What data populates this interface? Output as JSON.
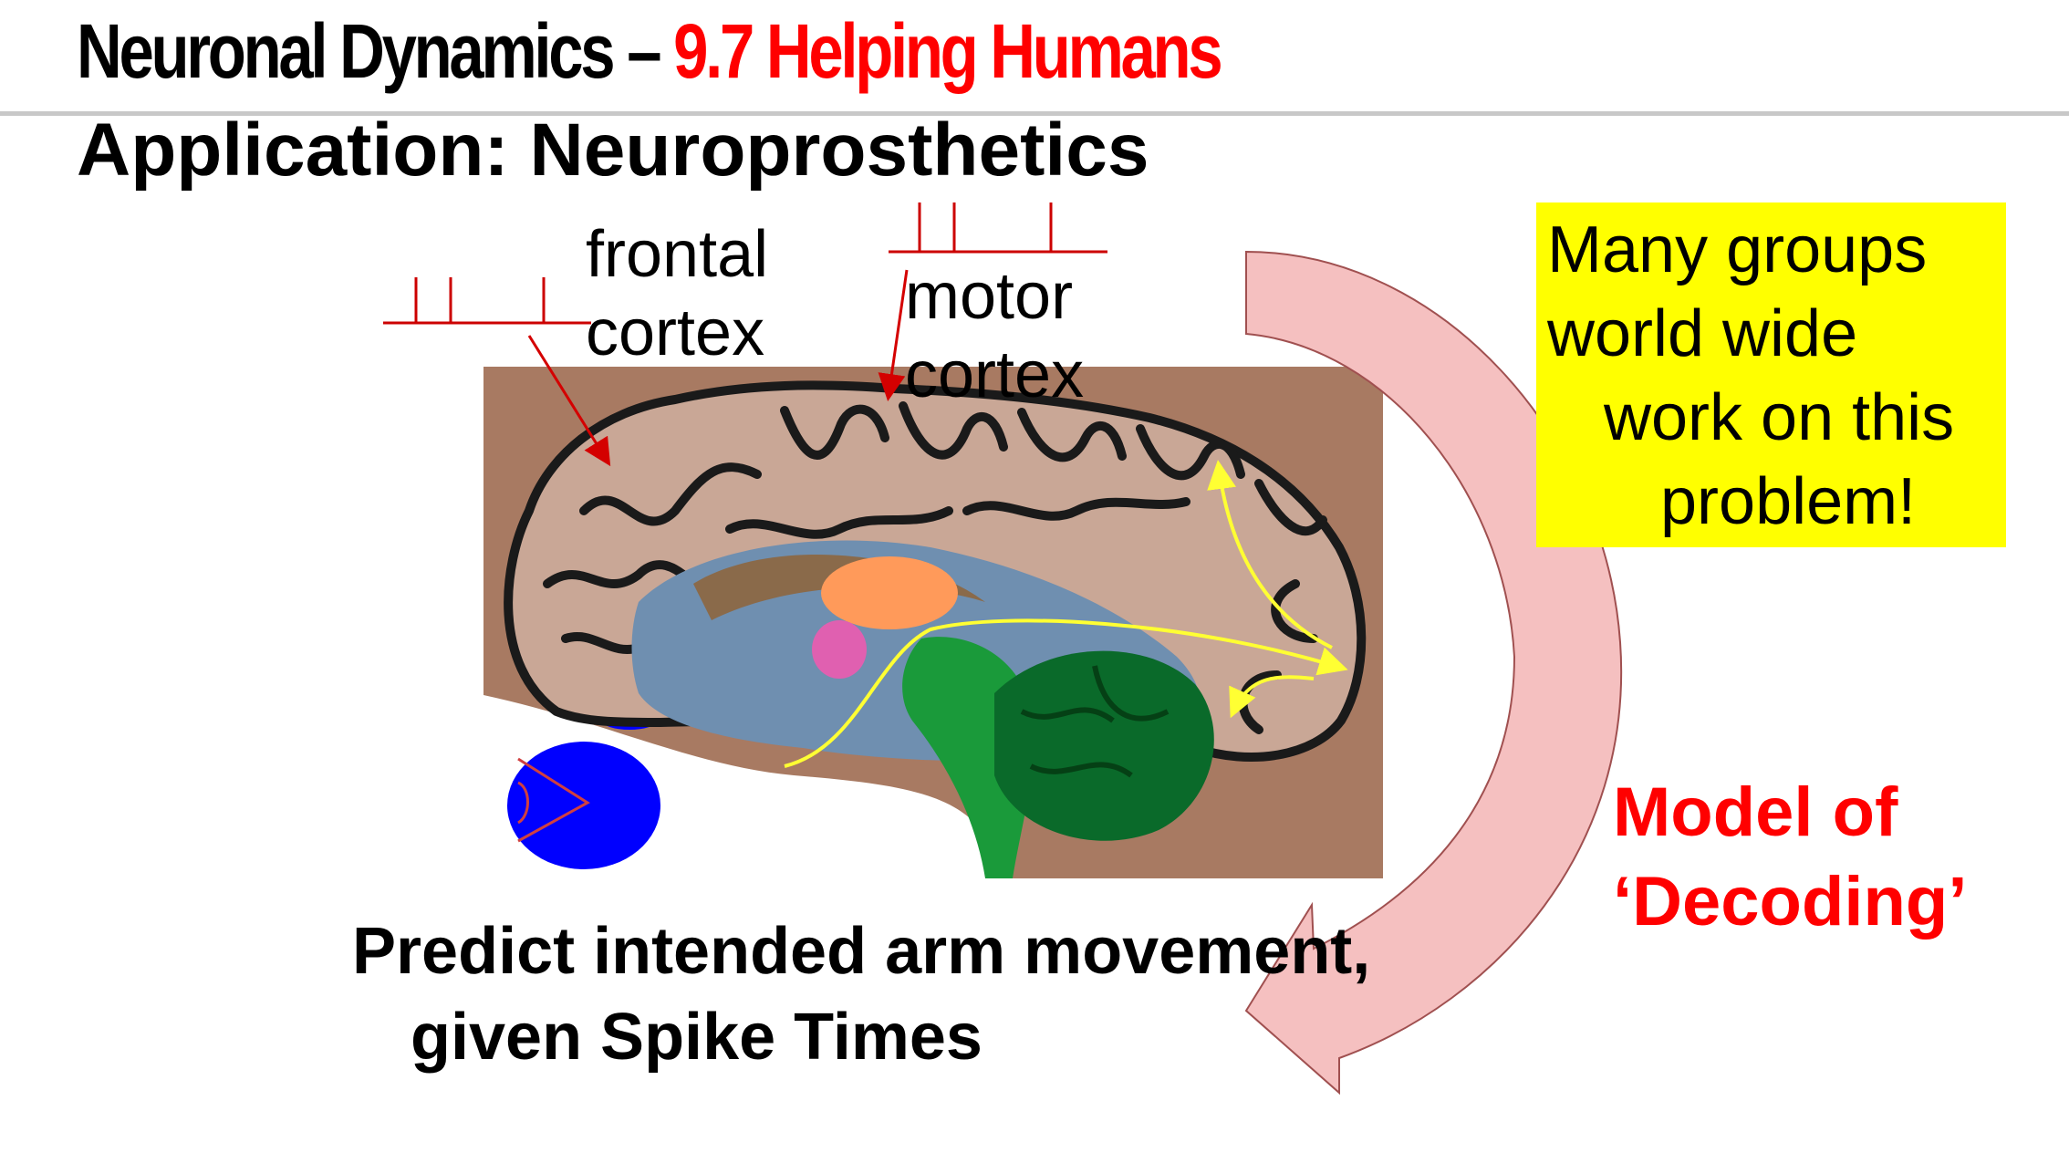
{
  "header": {
    "course": "Neuronal Dynamics –",
    "section": "9.7 Helping Humans"
  },
  "title": "Application: Neuroprosthetics",
  "labels": {
    "frontal_1": "frontal",
    "frontal_2": "cortex",
    "motor_1": "motor",
    "motor_2": "cortex"
  },
  "note": {
    "line1": "Many groups",
    "line2": "world wide",
    "line3": "work on this",
    "line4": "problem!"
  },
  "model": {
    "line1": "Model of",
    "line2": "‘Decoding’"
  },
  "caption": {
    "line1": "Predict intended arm movement,",
    "line2": "given Spike Times"
  },
  "colors": {
    "accent": "#ff0000",
    "note_bg": "#ffff00",
    "arrow_fill": "#f5c0c0",
    "spike": "#cc0000",
    "eye": "#0000ff",
    "brain_bg": "#a87a62"
  }
}
